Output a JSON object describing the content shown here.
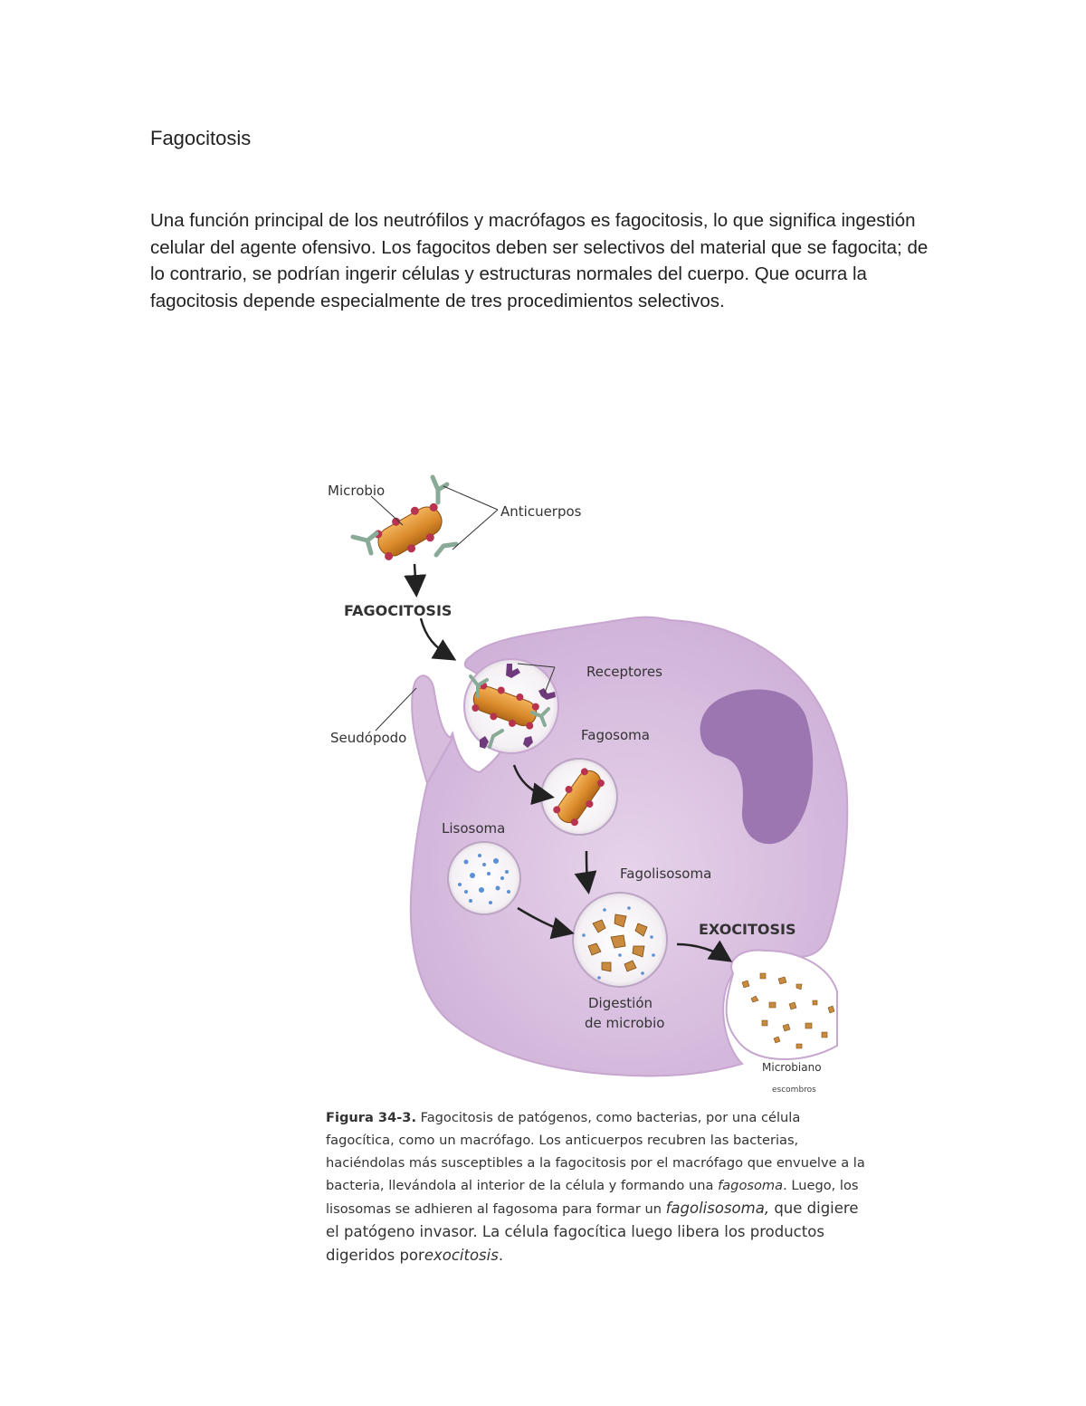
{
  "document": {
    "title": "Fagocitosis",
    "paragraph": "Una función principal de los neutrófilos y macrófagos es fagocitosis, lo que significa ingestión celular del agente ofensivo. Los fagocitos deben ser selectivos del material que se fagocita; de lo contrario, se podrían ingerir células y estructuras normales del cuerpo. Que ocurra la fagocitosis depende especialmente de tres procedimientos selectivos."
  },
  "figure": {
    "labels": {
      "microbio": "Microbio",
      "anticuerpos": "Anticuerpos",
      "fagocitosis": "FAGOCITOSIS",
      "receptores": "Receptores",
      "seudopodo": "Seudópodo",
      "fagosoma": "Fagosoma",
      "lisosoma": "Lisosoma",
      "fagolisosoma": "Fagolisosoma",
      "exocitosis": "EXOCITOSIS",
      "digestion_line1": "Digestión",
      "digestion_line2": "de microbio",
      "microbiano": "Microbiano",
      "escombros": "escombros"
    },
    "colors": {
      "cell": "#d7bcdd",
      "cell_edge": "#c7a6cf",
      "nucleus": "#9c76b0",
      "bacterium": "#d9892a",
      "dots": "#b8334d",
      "antibody": "#8aaa98",
      "receptor": "#6e3a7c",
      "lysosome_dots": "#5b8fd6"
    },
    "caption": {
      "lead": "Figura 34-3.",
      "text_1": " Fagocitosis de patógenos, como bacterias, por una célula fagocítica, como un macrófago. Los anticuerpos recubren las bacterias, haciéndolas más susceptibles a la fagocitosis por el macrófago que envuelve a la bacteria, llevándola al interior de la célula y formando una ",
      "italic_1": "fagosoma",
      "text_2": ". Luego, los lisosomas se adhieren al fagosoma para formar un ",
      "italic_2": "fagolisosoma,",
      "text_3": " que digiere el patógeno invasor. La célula fagocítica luego libera los productos digeridos por",
      "italic_3": "exocitosis",
      "text_4": "."
    }
  }
}
